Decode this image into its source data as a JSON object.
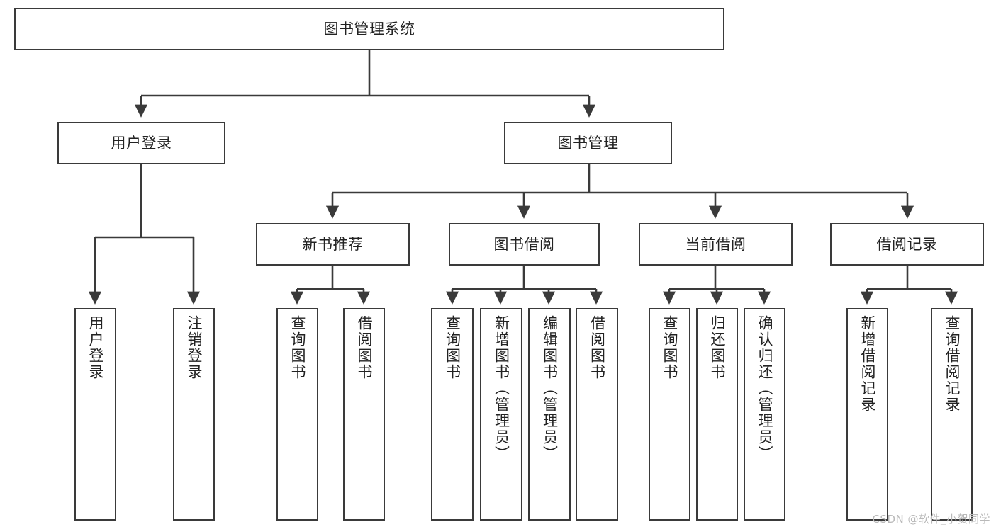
{
  "diagram": {
    "type": "tree",
    "title": "图书管理系统",
    "orientation": "top-down",
    "watermark": "CSDN @软件_小贺同学",
    "colors": {
      "stroke": "#3a3a3a",
      "fill": "#ffffff",
      "text": "#222222",
      "watermark": "#b9b9b9"
    },
    "nodes": {
      "root": {
        "label": "图书管理系统"
      },
      "level1": [
        {
          "id": "user-login",
          "label": "用户登录"
        },
        {
          "id": "book-manage",
          "label": "图书管理"
        }
      ],
      "level2": [
        {
          "id": "new-book-recommend",
          "label": "新书推荐"
        },
        {
          "id": "book-borrow",
          "label": "图书借阅"
        },
        {
          "id": "current-borrow",
          "label": "当前借阅"
        },
        {
          "id": "borrow-record",
          "label": "借阅记录"
        }
      ],
      "leaves": {
        "user_login": [
          {
            "id": "leaf-user-login",
            "label": "用户登录"
          },
          {
            "id": "leaf-logout-login",
            "label": "注销登录"
          }
        ],
        "new_book_recommend": [
          {
            "id": "leaf-query-book-1",
            "label": "查询图书"
          },
          {
            "id": "leaf-borrow-book-1",
            "label": "借阅图书"
          }
        ],
        "book_borrow": [
          {
            "id": "leaf-query-book-2",
            "label": "查询图书"
          },
          {
            "id": "leaf-add-book",
            "label": "新增图书（管理员）"
          },
          {
            "id": "leaf-edit-book",
            "label": "编辑图书（管理员）"
          },
          {
            "id": "leaf-borrow-book-2",
            "label": "借阅图书"
          }
        ],
        "current_borrow": [
          {
            "id": "leaf-query-book-3",
            "label": "查询图书"
          },
          {
            "id": "leaf-return-book",
            "label": "归还图书"
          },
          {
            "id": "leaf-confirm-return",
            "label": "确认归还（管理员）"
          }
        ],
        "borrow_record": [
          {
            "id": "leaf-add-record",
            "label": "新增借阅记录"
          },
          {
            "id": "leaf-query-record",
            "label": "查询借阅记录"
          }
        ]
      }
    }
  }
}
